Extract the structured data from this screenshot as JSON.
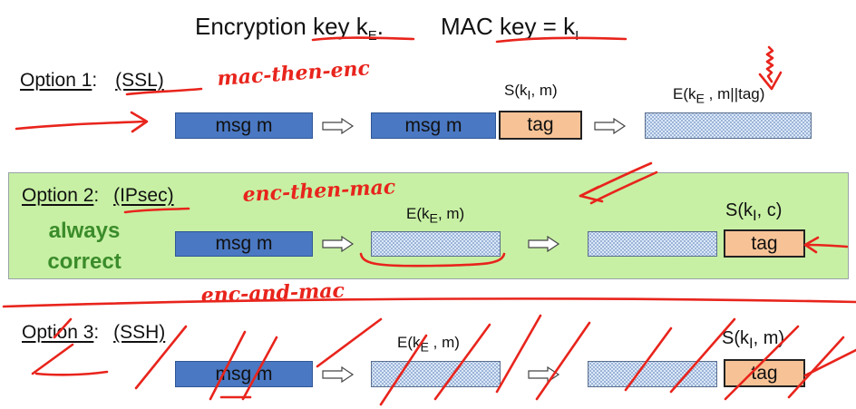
{
  "title": {
    "enc_key_label": "Encryption key  k",
    "enc_key_sub": "E",
    "enc_key_end": ".",
    "mac_key_label": "MAC key = k",
    "mac_key_sub": "I"
  },
  "option1": {
    "label": "Option 1",
    "suffix": ":",
    "scheme": "(SSL)",
    "annotation": "mac-then-enc",
    "msg1": "msg  m",
    "msg2": "msg  m",
    "tag": "tag",
    "sig_formula": "S(k",
    "sig_sub": "I",
    "sig_end": ", m)",
    "enc_formula": "E(k",
    "enc_sub": "E",
    "enc_end": " , m||tag)"
  },
  "option2": {
    "label": "Option 2",
    "suffix": ":",
    "scheme": "(IPsec)",
    "annotation": "enc-then-mac",
    "badge_line1": "always",
    "badge_line2": "correct",
    "msg": "msg  m",
    "tag": "tag",
    "enc_formula": "E(k",
    "enc_sub": "E",
    "enc_end": ", m)",
    "sig_formula": "S(k",
    "sig_sub": "I",
    "sig_end": ", c)"
  },
  "annotation_between": "enc-and-mac",
  "option3": {
    "label": "Option 3",
    "suffix": ":",
    "scheme": "(SSH)",
    "msg": "msg  m",
    "tag": "tag",
    "enc_formula": "E(k",
    "enc_sub": "E",
    "enc_end": " , m)",
    "sig_formula": "S(k",
    "sig_sub": "I",
    "sig_end": ", m)"
  },
  "colors": {
    "msg_box": "#4a78c2",
    "tag_box": "#f7c396",
    "enc_box": "#dbe8f8",
    "highlight_band": "#c7f0a4",
    "correct_text": "#3b8c2a",
    "ink": "#e8241c"
  }
}
